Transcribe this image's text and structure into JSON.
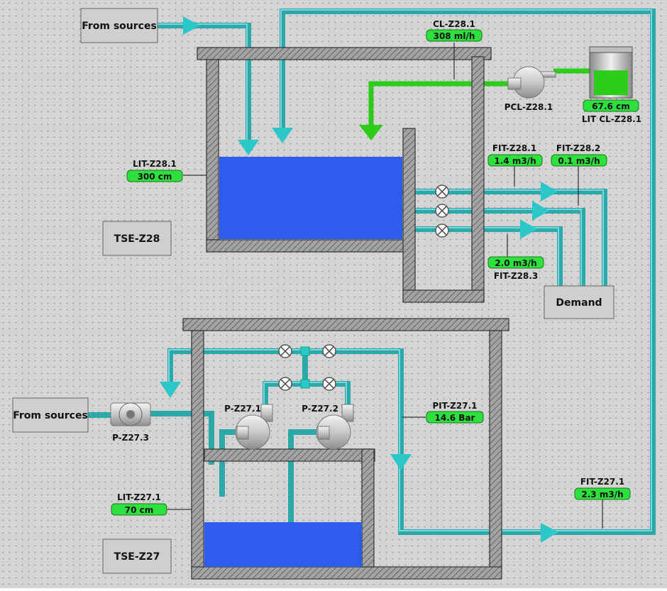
{
  "colors": {
    "background": "#d4d4d4",
    "grid_dot": "#8f8f8f",
    "pipe": "#2aa8aa",
    "pipe_highlight": "#8fe3e3",
    "chlorine_pipe": "#2ecc1a",
    "water": "#2f5cf0",
    "wall": "#9a9a9a",
    "value_box": "#2ee03e",
    "label_box": "#cfcfcf"
  },
  "labels": {
    "source_top": "From sources",
    "source_bottom": "From sources",
    "demand": "Demand",
    "tank_top": "TSE-Z28",
    "tank_bottom": "TSE-Z27",
    "chlorine_pump": "PCL-Z28.1",
    "pump_1": "P-Z27.1",
    "pump_2": "P-Z27.2",
    "pump_3": "P-Z27.3"
  },
  "instruments": {
    "cl_z28_1": {
      "tag": "CL-Z28.1",
      "value": "308 ml/h"
    },
    "lit_cl_z28_1": {
      "tag": "LIT CL-Z28.1",
      "value": "67.6 cm",
      "level_fraction": 0.6
    },
    "lit_z28_1": {
      "tag": "LIT-Z28.1",
      "value": "300 cm"
    },
    "fit_z28_1": {
      "tag": "FIT-Z28.1",
      "value": "1.4 m3/h"
    },
    "fit_z28_2": {
      "tag": "FIT-Z28.2",
      "value": "0.1 m3/h"
    },
    "fit_z28_3": {
      "tag": "FIT-Z28.3",
      "value": "2.0 m3/h"
    },
    "pit_z27_1": {
      "tag": "PIT-Z27.1",
      "value": "14.6 Bar"
    },
    "lit_z27_1": {
      "tag": "LIT-Z27.1",
      "value": "70 cm"
    },
    "fit_z27_1": {
      "tag": "FIT-Z27.1",
      "value": "2.3 m3/h"
    }
  }
}
